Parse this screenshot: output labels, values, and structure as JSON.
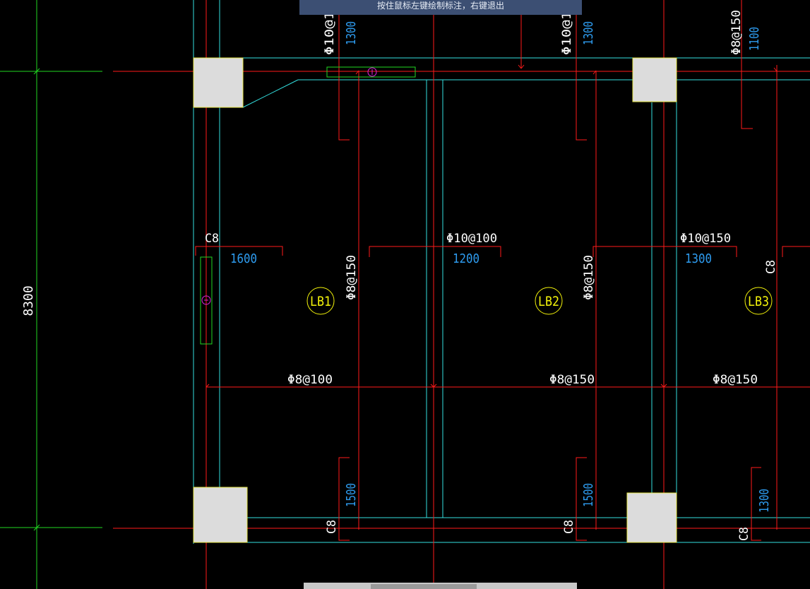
{
  "tooltip": "按住鼠标左键绘制标注，右键退出",
  "dimension": {
    "overall": "8300"
  },
  "labels": {
    "c8": "C8",
    "phi10_100": "Φ10@100",
    "phi10_150": "Φ10@150",
    "phi8_150": "Φ8@150",
    "phi8_100": "Φ8@100",
    "phi10_trunc": "Φ10@1",
    "d1600": "1600",
    "d1200": "1200",
    "d1300": "1300",
    "d1500": "1500",
    "d1100": "1100"
  },
  "slabs": {
    "lb1": "LB1",
    "lb2": "LB2",
    "lb3": "LB3"
  },
  "colors": {
    "red": "#ff1a1a",
    "cyan": "#33e0e0",
    "green": "#22d822",
    "yellow": "#f2f20a",
    "white": "#ffffff",
    "blue": "#2e9cf0",
    "column_fill": "#dcdcdc",
    "magenta": "#e020e0"
  }
}
